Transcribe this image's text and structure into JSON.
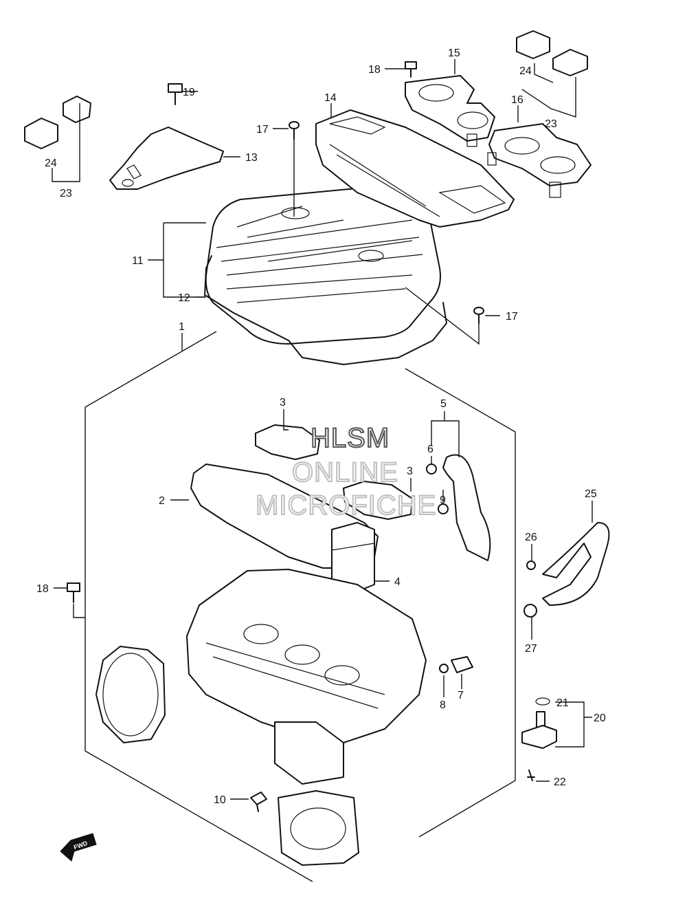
{
  "watermark": {
    "line1": "HLSM",
    "line2": "ONLINE",
    "line3": "MICROFICHE"
  },
  "direction_badge": "FWD",
  "callouts": [
    {
      "id": "c1",
      "label": "1"
    },
    {
      "id": "c2",
      "label": "2"
    },
    {
      "id": "c3a",
      "label": "3"
    },
    {
      "id": "c3b",
      "label": "3"
    },
    {
      "id": "c4",
      "label": "4"
    },
    {
      "id": "c5",
      "label": "5"
    },
    {
      "id": "c6",
      "label": "6"
    },
    {
      "id": "c7",
      "label": "7"
    },
    {
      "id": "c8",
      "label": "8"
    },
    {
      "id": "c9",
      "label": "9"
    },
    {
      "id": "c10",
      "label": "10"
    },
    {
      "id": "c11",
      "label": "11"
    },
    {
      "id": "c12",
      "label": "12"
    },
    {
      "id": "c13",
      "label": "13"
    },
    {
      "id": "c14",
      "label": "14"
    },
    {
      "id": "c15",
      "label": "15"
    },
    {
      "id": "c16",
      "label": "16"
    },
    {
      "id": "c17a",
      "label": "17"
    },
    {
      "id": "c17b",
      "label": "17"
    },
    {
      "id": "c18a",
      "label": "18"
    },
    {
      "id": "c18b",
      "label": "18"
    },
    {
      "id": "c19",
      "label": "19"
    },
    {
      "id": "c20",
      "label": "20"
    },
    {
      "id": "c21",
      "label": "21"
    },
    {
      "id": "c22",
      "label": "22"
    },
    {
      "id": "c23a",
      "label": "23"
    },
    {
      "id": "c23b",
      "label": "23"
    },
    {
      "id": "c24a",
      "label": "24"
    },
    {
      "id": "c24b",
      "label": "24"
    },
    {
      "id": "c25",
      "label": "25"
    },
    {
      "id": "c26",
      "label": "26"
    },
    {
      "id": "c27",
      "label": "27"
    }
  ]
}
